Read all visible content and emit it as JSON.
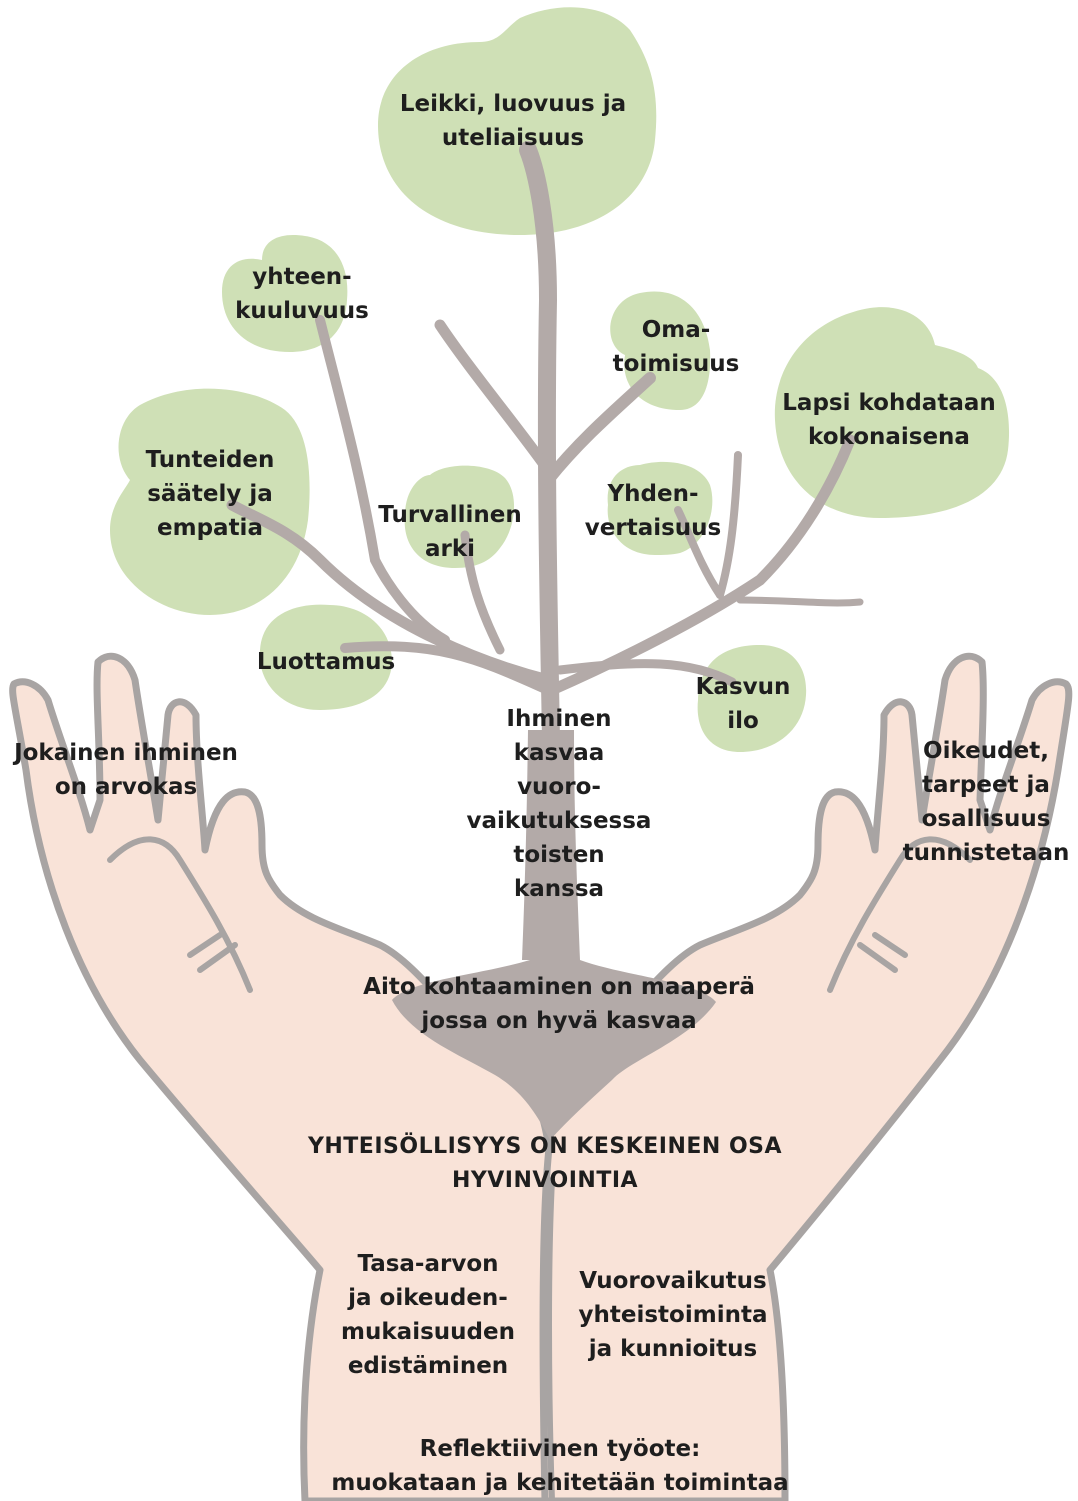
{
  "colors": {
    "leaf": "#cfe0b6",
    "trunk": "#b3aaa8",
    "skin": "#f9e3d8",
    "outline": "#a8a4a3",
    "text": "#1e1e1e"
  },
  "tree": {
    "trunk_label": "Ihminen\nkasvaa\nvuoro-\nvaikutuksessa\ntoisten\nkanssa",
    "soil_label": "Aito kohtaaminen on maaperä\njossa on hyvä kasvaa"
  },
  "leaves": [
    {
      "id": "play",
      "label": "Leikki, luovuus ja\nuteliaisuus"
    },
    {
      "id": "belonging",
      "label": "yhteen-\nkuuluvuus"
    },
    {
      "id": "independence",
      "label": "Oma-\ntoimisuus"
    },
    {
      "id": "whole-child",
      "label": "Lapsi kohdataan\nkokonaisena"
    },
    {
      "id": "emotions",
      "label": "Tunteiden\nsäätely ja\nempatia"
    },
    {
      "id": "safe-daily",
      "label": "Turvallinen\narki"
    },
    {
      "id": "equality",
      "label": "Yhden-\nvertaisuus"
    },
    {
      "id": "trust",
      "label": "Luottamus"
    },
    {
      "id": "joy",
      "label": "Kasvun\nilo"
    }
  ],
  "hands": {
    "left_fingers": "Jokainen ihminen\non arvokas",
    "right_fingers": "Oikeudet,\ntarpeet ja\nosallisuus\ntunnistetaan",
    "community": "YHTEISÖLLISYYS ON KESKEINEN OSA\nHYVINVOINTIA",
    "left_wrist": "Tasa-arvon\nja oikeuden-\nmukaisuuden\nedistäminen",
    "right_wrist": "Vuorovaikutus\nyhteistoiminta\nja kunnioitus",
    "bottom": "Reflektiivinen työote:\nmuokataan ja kehitetään toimintaa"
  }
}
